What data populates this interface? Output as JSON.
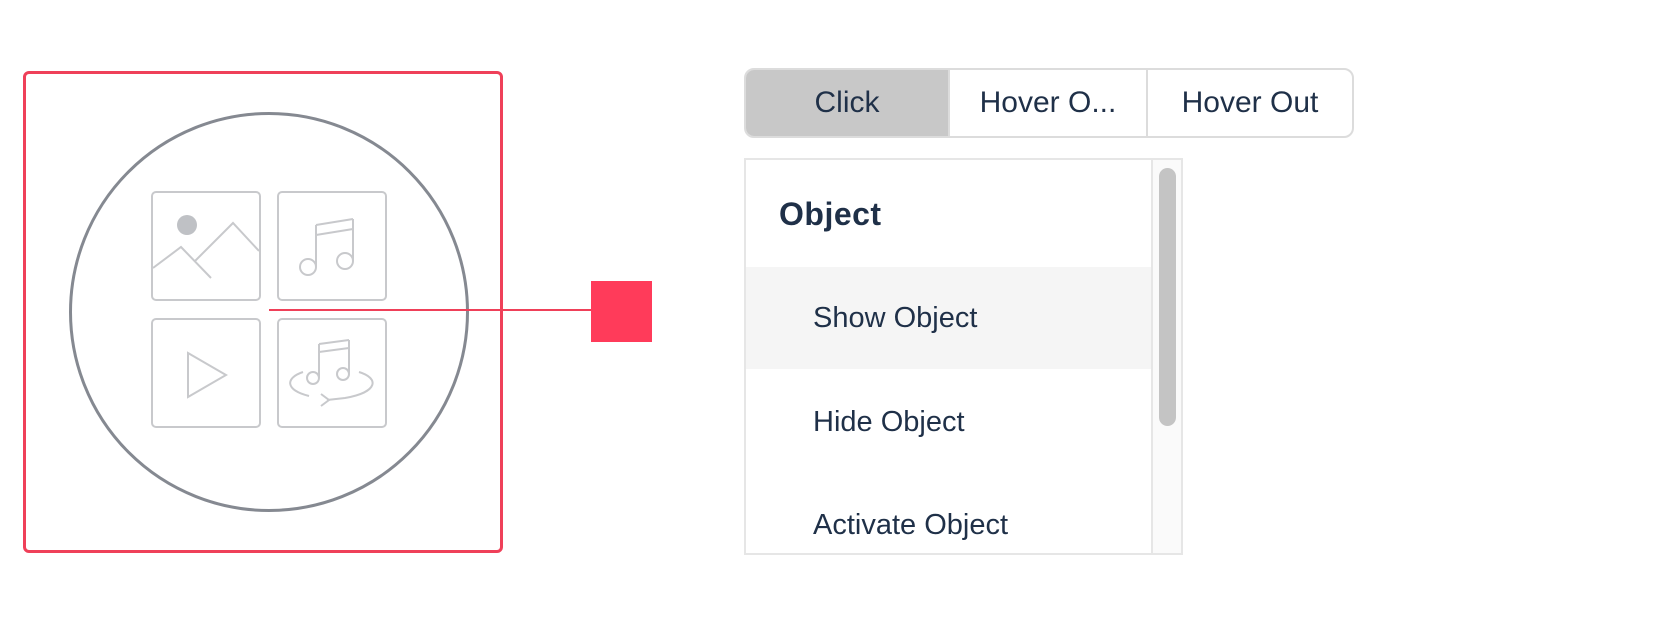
{
  "colors": {
    "accent": "#ff3b5a",
    "frame_border": "#ef4059",
    "circle_border": "#858991",
    "icon_stroke": "#c8c9cc",
    "active_tab": "#c8c8c8",
    "text": "#1f3048"
  },
  "media_widget": {
    "icons": [
      "image-icon",
      "music-icon",
      "video-play-icon",
      "audio-360-icon"
    ]
  },
  "trigger_tabs": [
    {
      "label": "Click",
      "active": true
    },
    {
      "label": "Hover O...",
      "active": false
    },
    {
      "label": "Hover Out",
      "active": false
    }
  ],
  "action_list": {
    "header": "Object",
    "items": [
      {
        "label": "Show Object",
        "highlighted": true
      },
      {
        "label": "Hide Object",
        "highlighted": false
      },
      {
        "label": "Activate Object",
        "highlighted": false
      }
    ]
  }
}
